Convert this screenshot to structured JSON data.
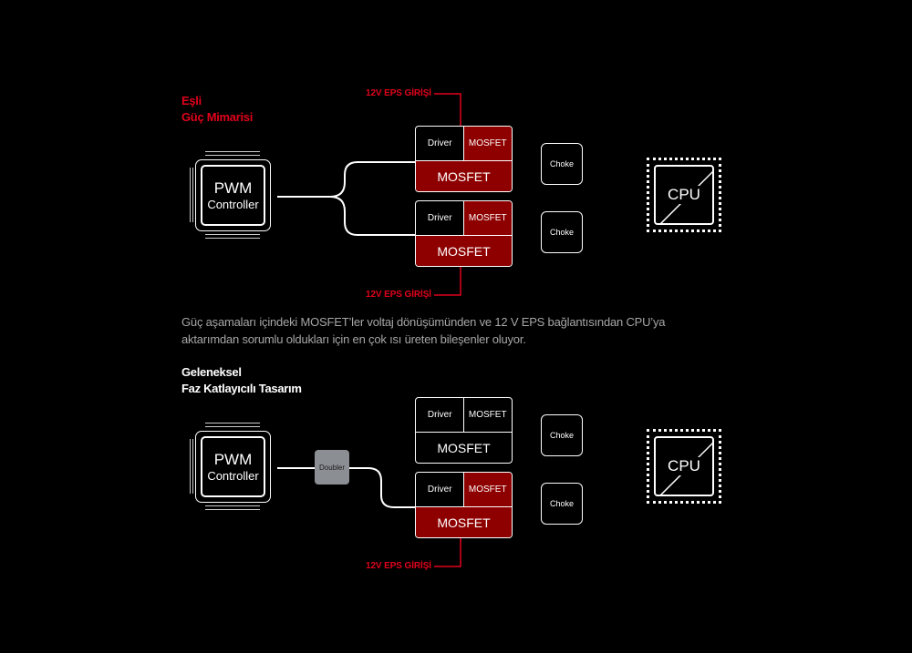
{
  "top_section": {
    "heading_line1": "Eşli",
    "heading_line2": "Güç Mimarisi",
    "heading_color": "#e0001b",
    "eps_top": "12V EPS GİRİŞİ",
    "eps_bottom": "12V EPS GİRİŞİ",
    "pwm": {
      "title": "PWM",
      "subtitle": "Controller"
    },
    "stages": [
      {
        "driver": "Driver",
        "mosfet_small": "MOSFET",
        "mosfet_main": "MOSFET"
      },
      {
        "driver": "Driver",
        "mosfet_small": "MOSFET",
        "mosfet_main": "MOSFET"
      }
    ],
    "chokes": [
      "Choke",
      "Choke"
    ],
    "cpu": "CPU"
  },
  "description": {
    "line1": "Güç aşamaları içindeki MOSFET’ler voltaj dönüşümünden ve 12 V EPS bağlantısından CPU’ya",
    "line2": "aktarımdan sorumlu oldukları için en çok ısı üreten bileşenler oluyor."
  },
  "bottom_section": {
    "heading_line1": "Geleneksel",
    "heading_line2": "Faz Katlayıcılı Tasarım",
    "eps_bottom": "12V EPS GİRİŞİ",
    "pwm": {
      "title": "PWM",
      "subtitle": "Controller"
    },
    "doubler": "Doubler",
    "stages": [
      {
        "driver": "Driver",
        "mosfet_small": "MOSFET",
        "mosfet_main": "MOSFET"
      },
      {
        "driver": "Driver",
        "mosfet_small": "MOSFET",
        "mosfet_main": "MOSFET"
      }
    ],
    "chokes": [
      "Choke",
      "Choke"
    ],
    "cpu": "CPU"
  },
  "colors": {
    "background": "#000000",
    "accent_red": "#e0001b",
    "mosfet_red": "#8e0000",
    "doubler_gray": "#8b8e93",
    "description_gray": "#a6a6a6"
  }
}
